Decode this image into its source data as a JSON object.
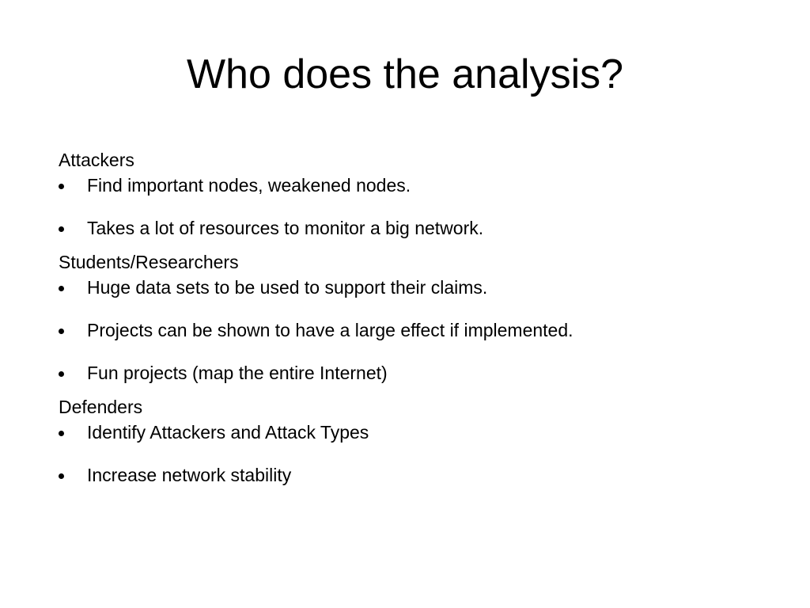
{
  "slide": {
    "title": "Who does the analysis?",
    "groups": [
      {
        "heading": "Attackers",
        "items": [
          "Find important nodes, weakened nodes.",
          "Takes a lot of resources to monitor a big network."
        ]
      },
      {
        "heading": "Students/Researchers",
        "items": [
          "Huge data sets to be used to support their claims.",
          "Projects can be shown to have a large effect if implemented.",
          "Fun projects (map the entire Internet)"
        ]
      },
      {
        "heading": "Defenders",
        "items": [
          "Identify Attackers and Attack Types",
          "Increase network stability"
        ]
      }
    ]
  },
  "colors": {
    "background": "#ffffff",
    "text": "#000000"
  }
}
